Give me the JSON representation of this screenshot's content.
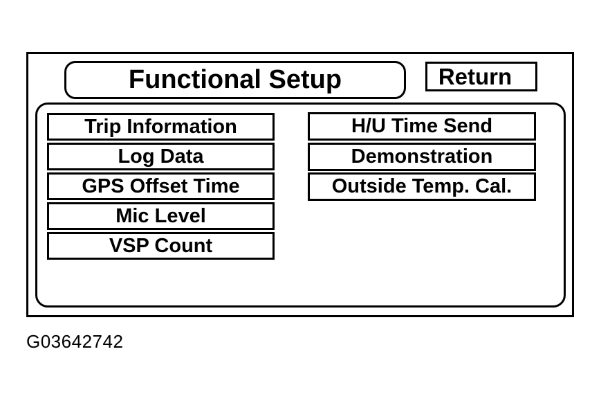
{
  "figure": {
    "id_label": "G03642742"
  },
  "screen": {
    "title": "Functional Setup",
    "return_label": "Return",
    "menu": {
      "left": [
        {
          "label": "Trip Information"
        },
        {
          "label": "Log Data"
        },
        {
          "label": "GPS Offset Time"
        },
        {
          "label": "Mic Level"
        },
        {
          "label": "VSP Count"
        }
      ],
      "right": [
        {
          "label": "H/U Time Send"
        },
        {
          "label": "Demonstration"
        },
        {
          "label": "Outside Temp. Cal."
        }
      ]
    }
  },
  "colors": {
    "foreground": "#000000",
    "background": "#ffffff"
  }
}
